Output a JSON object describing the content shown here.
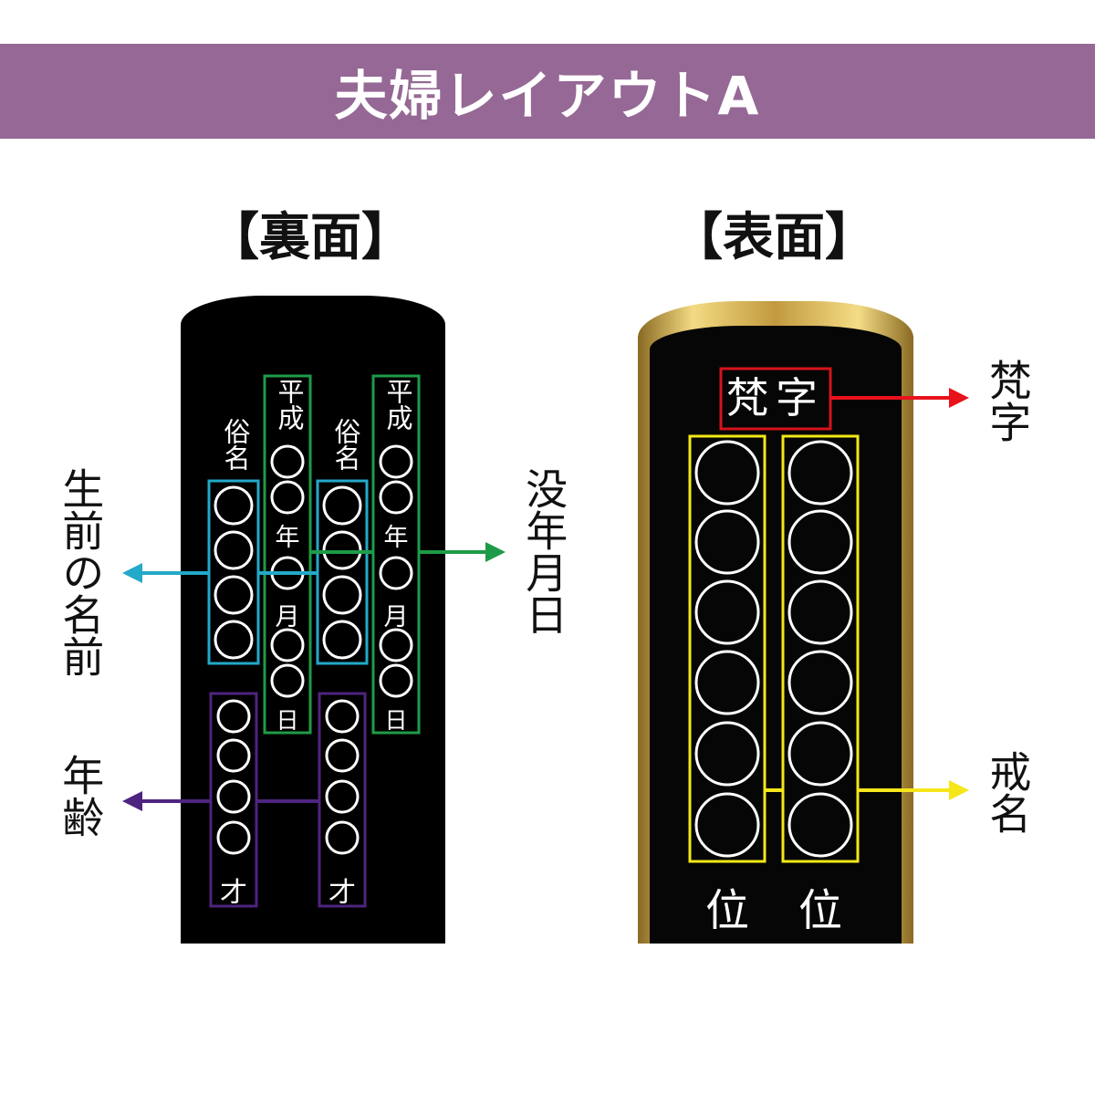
{
  "header": {
    "title": "夫婦レイアウトA"
  },
  "back": {
    "heading": "【裏面】",
    "left_label_name": "生前の名前",
    "left_label_age": "年齢",
    "right_label_date": "没年月日",
    "zokumyo_label": "俗名",
    "date_prefix": "平成",
    "year_char": "年",
    "month_char": "月",
    "day_char": "日",
    "age_suffix": "才"
  },
  "front": {
    "heading": "【表面】",
    "bonji_box": "梵字",
    "bonji_label": "梵字",
    "kaimyo_label": "戒名",
    "rank_char": "位"
  },
  "colors": {
    "header": "#956895",
    "name_box": "#23a9c9",
    "date_box": "#1e9b48",
    "age_box": "#4e2480",
    "bonji_box": "#d6131b",
    "kaimyo_box": "#f3e815",
    "arrow_red": "#e8121b",
    "arrow_yellow": "#f5e61a"
  },
  "icons": [
    "arrow-left-icon",
    "arrow-right-icon",
    "placeholder-circle-icon"
  ]
}
